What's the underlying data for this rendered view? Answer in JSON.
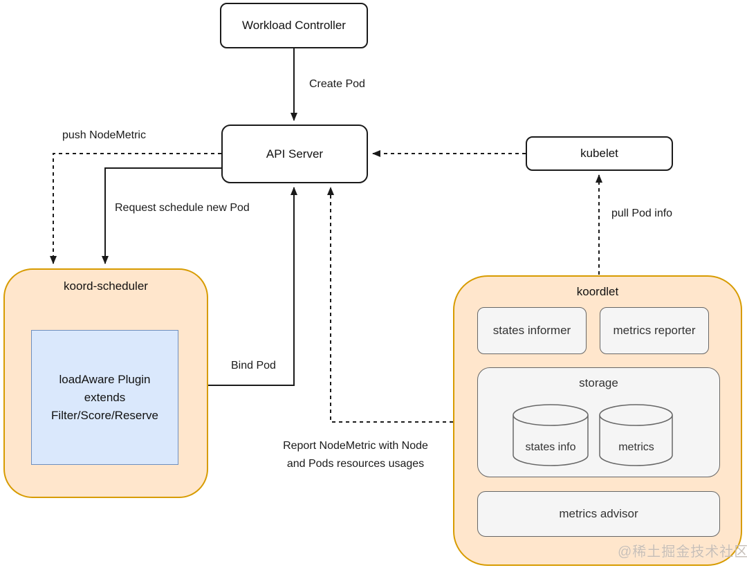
{
  "nodes": {
    "workload_controller": "Workload Controller",
    "api_server": "API Server",
    "kubelet": "kubelet",
    "koord_scheduler": "koord-scheduler",
    "loadaware_plugin_lines": [
      "loadAware Plugin",
      "extends",
      "Filter/Score/Reserve"
    ],
    "koordlet": "koordlet",
    "states_informer": "states informer",
    "metrics_reporter": "metrics reporter",
    "storage": "storage",
    "states_info_db": "states info",
    "metrics_db": "metrics",
    "metrics_advisor": "metrics advisor"
  },
  "edge_labels": {
    "create_pod": "Create Pod",
    "push_nodemetric": "push NodeMetric",
    "request_schedule_new_pod": "Request schedule new Pod",
    "bind_pod": "Bind Pod",
    "pull_pod_info": "pull Pod info",
    "report_nodemetric_lines": [
      "Report NodeMetric with Node",
      "and Pods resources usages"
    ]
  },
  "colors": {
    "container_fill": "#ffe6cc",
    "container_border": "#d79b00",
    "plugin_fill": "#dae8fc",
    "plugin_border": "#6c8ebf",
    "module_fill": "#f5f5f5",
    "module_border": "#666666",
    "node_fill": "#ffffff",
    "node_border": "#1a1a1a",
    "edge_color": "#1a1a1a"
  },
  "watermark": "@稀土掘金技术社区"
}
